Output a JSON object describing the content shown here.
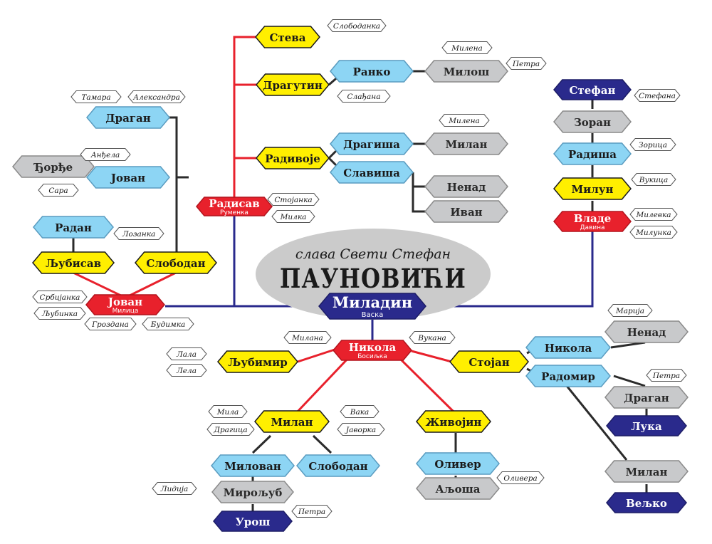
{
  "colors": {
    "red": "#e8212c",
    "navy": "#2a2a8c",
    "yellow": "#ffef00",
    "lightblue": "#8dd5f4",
    "gray": "#c8c9cb",
    "title_ellipse": "#cbcbcb"
  },
  "header": {
    "subtitle": "слава Свети Стефан",
    "title": "ПАУНОВИЋИ"
  },
  "nodes": {
    "miladin": {
      "name": "Миладин",
      "sub": "Васка"
    },
    "radisav": {
      "name": "Радисав",
      "sub": "Руменка"
    },
    "jovan_r": {
      "name": "Јован",
      "sub": "Милица"
    },
    "nikola_r": {
      "name": "Никола",
      "sub": "Босиљка"
    },
    "vlade": {
      "name": "Владе",
      "sub": "Давина"
    },
    "steva": {
      "name": "Стева"
    },
    "dragutin": {
      "name": "Драгутин"
    },
    "radivoje": {
      "name": "Радивоје"
    },
    "ranko": {
      "name": "Ранко"
    },
    "milos": {
      "name": "Милош"
    },
    "dragisa": {
      "name": "Драгиша"
    },
    "milan_d": {
      "name": "Милан"
    },
    "slavisa": {
      "name": "Славиша"
    },
    "nenad_s": {
      "name": "Ненад"
    },
    "ivan": {
      "name": "Иван"
    },
    "stefan": {
      "name": "Стефан"
    },
    "zoran": {
      "name": "Зоран"
    },
    "radisa": {
      "name": "Радиша"
    },
    "milun": {
      "name": "Милун"
    },
    "dragan_s": {
      "name": "Драган"
    },
    "jovan_b": {
      "name": "Јован"
    },
    "djordje": {
      "name": "Ђорђе"
    },
    "radan": {
      "name": "Радан"
    },
    "ljubisav": {
      "name": "Љубисав"
    },
    "slobodan_j": {
      "name": "Слободан"
    },
    "ljubimir": {
      "name": "Љубимир"
    },
    "milan_n": {
      "name": "Милан"
    },
    "zivojin": {
      "name": "Живојин"
    },
    "stojan": {
      "name": "Стојан"
    },
    "nikola_b": {
      "name": "Никола"
    },
    "nenad_n": {
      "name": "Ненад"
    },
    "radomir": {
      "name": "Радомир"
    },
    "dragan_r": {
      "name": "Драган"
    },
    "luka": {
      "name": "Лука"
    },
    "milan_r": {
      "name": "Милан"
    },
    "veljko": {
      "name": "Вељко"
    },
    "milovan": {
      "name": "Милован"
    },
    "slobodan_m": {
      "name": "Слободан"
    },
    "mirolub": {
      "name": "Мирољуб"
    },
    "uros": {
      "name": "Урош"
    },
    "oliver": {
      "name": "Оливер"
    },
    "aljosa": {
      "name": "Аљоша"
    }
  },
  "spouses": {
    "slobodanka": "Слободанка",
    "milena_1": "Милена",
    "petra_1": "Петра",
    "sladjana": "Слађана",
    "milena_2": "Милена",
    "stojanka": "Стојанка",
    "milka": "Милка",
    "tamara": "Тамара",
    "aleksandra": "Александра",
    "andjela": "Анђела",
    "sara": "Сара",
    "lozanka": "Лозанка",
    "srbijanka": "Србијанка",
    "ljubinka": "Љубинка",
    "grozdana": "Гроздана",
    "budimka": "Будимка",
    "stefana": "Стефана",
    "zorica": "Зорица",
    "vukica": "Вукица",
    "milevka": "Милевка",
    "milunka": "Милунка",
    "milana": "Милана",
    "vukana": "Вукана",
    "lala": "Лала",
    "lela": "Лела",
    "mila": "Мила",
    "dragica": "Драгица",
    "vaka": "Вака",
    "javorka": "Јаворка",
    "lidija": "Лидија",
    "petra_2": "Петра",
    "olivera": "Оливера",
    "marija": "Марија",
    "petra_3": "Петра"
  }
}
